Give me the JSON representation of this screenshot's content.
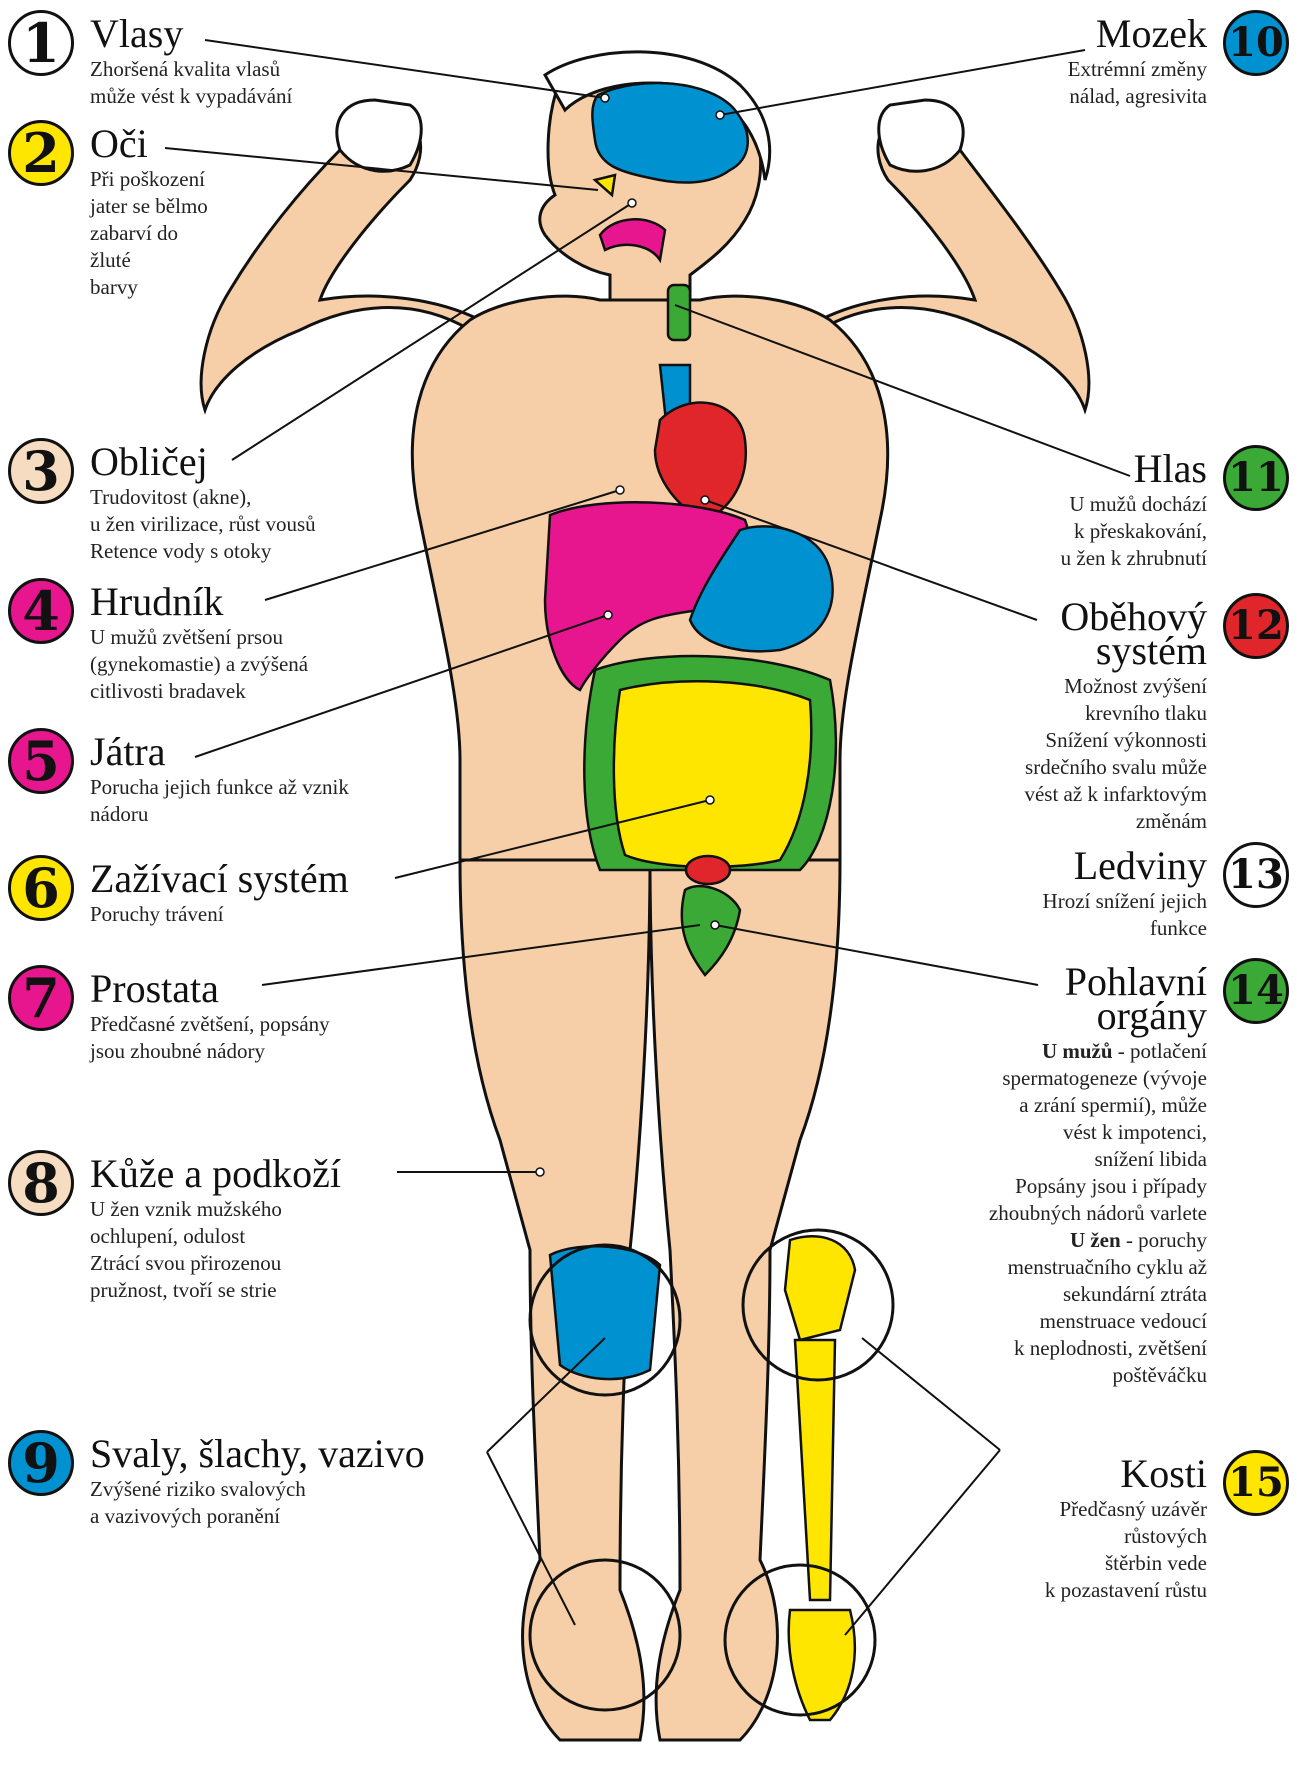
{
  "colors": {
    "skin": "#f6cfa8",
    "brain": "#0092d0",
    "heart": "#e0262b",
    "liver": "#e7158e",
    "stomach": "#0092d0",
    "intestine_small": "#ffe600",
    "intestine_large": "#3aa935",
    "bones": "#ffe600",
    "knee_muscle": "#0092d0",
    "trachea": "#3aa935"
  },
  "callouts": [
    {
      "num": "1",
      "title": "Vlasy",
      "desc": [
        "Zhoršená kvalita vlasů",
        "může vést k vypadávání"
      ],
      "circle": "#ffffff"
    },
    {
      "num": "2",
      "title": "Oči",
      "desc": [
        "Při poškození",
        "jater se bělmo",
        "zabarví do",
        "žluté",
        "barvy"
      ],
      "circle": "#ffe600"
    },
    {
      "num": "3",
      "title": "Obličej",
      "desc": [
        "Trudovitost (akne),",
        "u žen virilizace, růst vousů",
        "Retence vody s otoky"
      ],
      "circle": "#f6dcc0"
    },
    {
      "num": "4",
      "title": "Hrudník",
      "desc": [
        "U mužů zvětšení prsou",
        "(gynekomastie) a zvýšená",
        "citlivosti bradavek"
      ],
      "circle": "#e7158e"
    },
    {
      "num": "5",
      "title": "Játra",
      "desc": [
        "Porucha jejich funkce až vznik",
        "nádoru"
      ],
      "circle": "#e7158e"
    },
    {
      "num": "6",
      "title": "Zažívací systém",
      "desc": [
        "Poruchy trávení"
      ],
      "circle": "#ffe600"
    },
    {
      "num": "7",
      "title": "Prostata",
      "desc": [
        "Předčasné zvětšení, popsány",
        "jsou zhoubné nádory"
      ],
      "circle": "#e7158e"
    },
    {
      "num": "8",
      "title": "Kůže a podkoží",
      "desc": [
        "U žen vznik mužského",
        "ochlupení, odulost",
        "Ztrácí svou přirozenou",
        "pružnost, tvoří se strie"
      ],
      "circle": "#f6dcc0"
    },
    {
      "num": "9",
      "title": "Svaly, šlachy, vazivo",
      "desc": [
        "Zvýšené riziko svalových",
        "a vazivových poranění"
      ],
      "circle": "#0092d0"
    },
    {
      "num": "10",
      "title": "Mozek",
      "desc": [
        "Extrémní změny",
        "nálad, agresivita"
      ],
      "circle": "#0092d0"
    },
    {
      "num": "11",
      "title": "Hlas",
      "desc": [
        "U mužů dochází",
        "k přeskakování,",
        "u žen k zhrubnutí"
      ],
      "circle": "#3aa935"
    },
    {
      "num": "12",
      "title": [
        "Oběhový",
        "systém"
      ],
      "desc": [
        "Možnost zvýšení",
        "krevního tlaku",
        "Snížení výkonnosti",
        "srdečního svalu může",
        "vést až k infarktovým",
        "změnám"
      ],
      "circle": "#e0262b"
    },
    {
      "num": "13",
      "title": "Ledviny",
      "desc": [
        "Hrozí snížení jejich",
        "funkce"
      ],
      "circle": "#ffffff"
    },
    {
      "num": "14",
      "title": [
        "Pohlavní",
        "orgány"
      ],
      "desc": [],
      "circle": "#3aa935"
    },
    {
      "num": "15",
      "title": "Kosti",
      "desc": [
        "Předčasný uzávěr",
        "růstových",
        "štěrbin vede",
        "k pozastavení růstu"
      ],
      "circle": "#ffe600"
    }
  ],
  "genital_desc": {
    "men_label": "U mužů",
    "men_lines": [
      " - potlačení",
      "spermatogeneze (vývoje",
      "a zrání spermií), může",
      "vést k impotenci,",
      "snížení libida",
      "Popsány jsou i případy",
      "zhoubných nádorů varlete"
    ],
    "women_label": "U žen",
    "women_lines": [
      " - poruchy",
      "menstruačního cyklu až",
      "sekundární ztráta",
      "menstruace vedoucí",
      "k neplodnosti, zvětšení",
      "poštěváčku"
    ]
  }
}
